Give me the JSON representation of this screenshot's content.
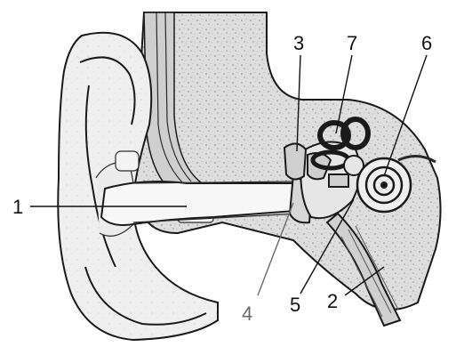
{
  "diagram": {
    "subject": "ear-anatomy-cross-section",
    "labels": [
      {
        "id": "1",
        "text": "1"
      },
      {
        "id": "2",
        "text": "2"
      },
      {
        "id": "3",
        "text": "3"
      },
      {
        "id": "4",
        "text": "4"
      },
      {
        "id": "5",
        "text": "5"
      },
      {
        "id": "6",
        "text": "6"
      },
      {
        "id": "7",
        "text": "7"
      }
    ],
    "colors": {
      "outline": "#1a1a1a",
      "bone_fill": "#d9d9d9",
      "cartilage_fill": "#efefef",
      "skin_fill": "#e3e3e3",
      "canal_fill": "#f7f7f7"
    }
  }
}
